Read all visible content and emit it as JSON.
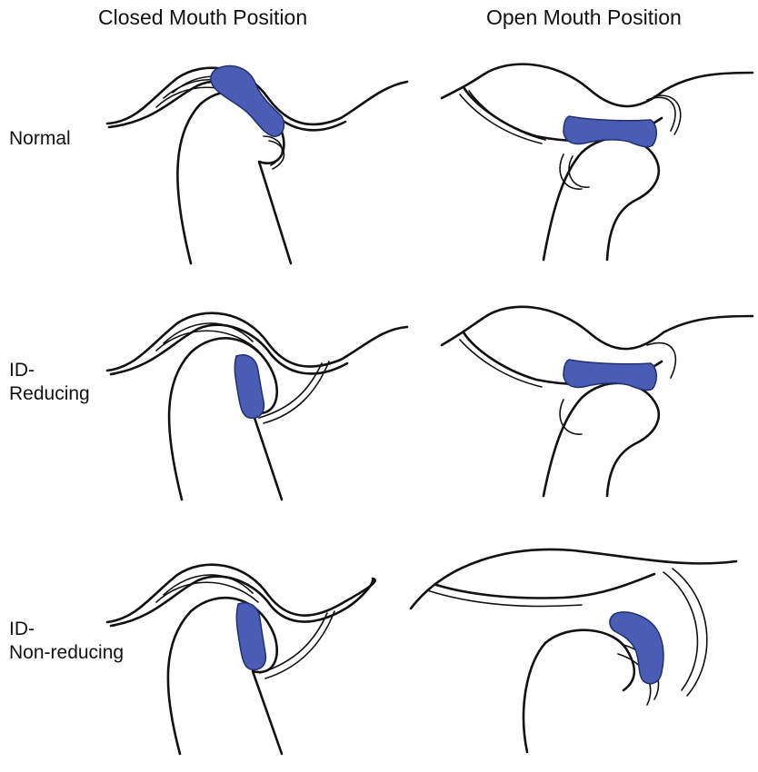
{
  "headers": {
    "closed": "Closed Mouth Position",
    "open": "Open Mouth Position"
  },
  "rows": [
    {
      "label_lines": [
        "Normal"
      ]
    },
    {
      "label_lines": [
        "ID-",
        "Reducing"
      ]
    },
    {
      "label_lines": [
        "ID-",
        "Non-reducing"
      ]
    }
  ],
  "colors": {
    "disc": "#4a5cb4",
    "outline": "#111111"
  }
}
